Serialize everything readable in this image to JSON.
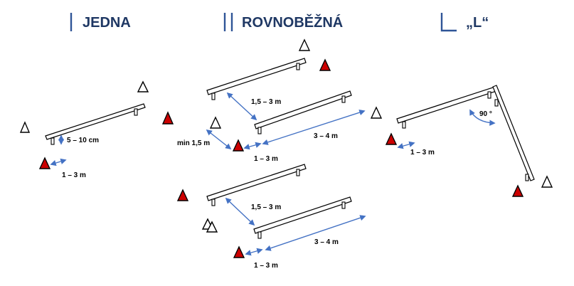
{
  "titles": {
    "jedna": "JEDNA",
    "rovnobezna": "ROVNOBĚŽNÁ",
    "l": "„L“"
  },
  "labels": {
    "jedna_height": "5 – 10 cm",
    "jedna_dist": "1 – 3 m",
    "rov_top_gap": "1,5 – 3 m",
    "rov_top_min": "min 1,5 m",
    "rov_top_run": "3 – 4 m",
    "rov_top_dist": "1 – 3 m",
    "rov_bot_gap": "1,5 – 3 m",
    "rov_bot_run": "3 – 4 m",
    "rov_bot_dist": "1 – 3 m",
    "l_angle": "90 °",
    "l_dist": "1 – 3 m"
  },
  "colors": {
    "title": "#1f3864",
    "icon": "#2f5597",
    "arrow": "#4472c4",
    "cone_red": "#cc0000"
  }
}
